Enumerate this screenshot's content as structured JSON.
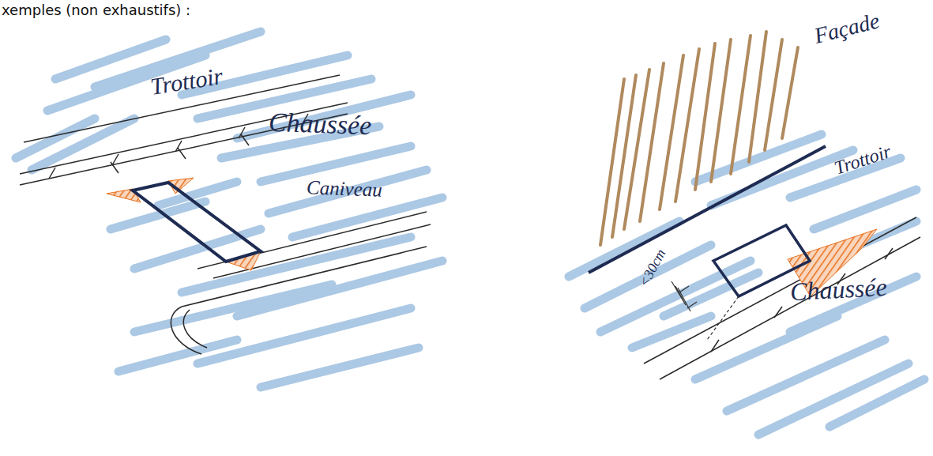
{
  "diagram": {
    "title": "xemples (non exhaustifs) :",
    "labels": [
      "Trottoir",
      "Chaussée",
      "Caniveau",
      "Façade",
      "Trottoir",
      "<30cm",
      "Chaussée"
    ]
  }
}
